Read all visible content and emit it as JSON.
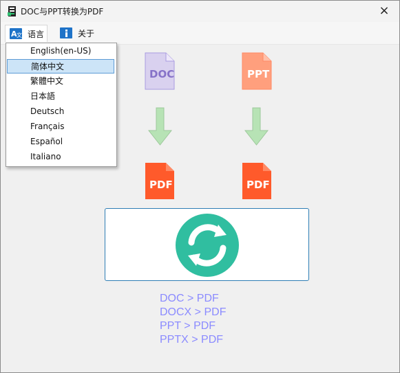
{
  "window": {
    "title": "DOC与PPT转换为PDF",
    "close_symbol": "×"
  },
  "menu": {
    "language_label": "语言",
    "about_label": "关于",
    "language_icon": "translate-icon",
    "about_icon": "info-icon"
  },
  "language_dropdown": {
    "items": [
      {
        "label": "English(en-US)",
        "selected": false
      },
      {
        "label": "简体中文",
        "selected": true
      },
      {
        "label": "繁體中文",
        "selected": false
      },
      {
        "label": "日本語",
        "selected": false
      },
      {
        "label": "Deutsch",
        "selected": false
      },
      {
        "label": "Français",
        "selected": false
      },
      {
        "label": "Español",
        "selected": false
      },
      {
        "label": "Italiano",
        "selected": false
      }
    ]
  },
  "workflow": {
    "doc_label": "DOC",
    "ppt_label": "PPT",
    "pdf_label": "PDF",
    "convert_button_icon": "refresh-icon",
    "supported_formats": [
      "DOC > PDF",
      "DOCX > PDF",
      "PPT > PDF",
      "PPTX > PDF"
    ]
  },
  "colors": {
    "doc_file": "#d9d1ef",
    "doc_text": "#8672c8",
    "ppt_file": "#ff9f7d",
    "pdf_file": "#ff5a2b",
    "arrow": "#b7e3b5",
    "arrow_stroke": "#9dc89b",
    "convert_green": "#30bea0",
    "formats_text": "#8b8bff"
  }
}
